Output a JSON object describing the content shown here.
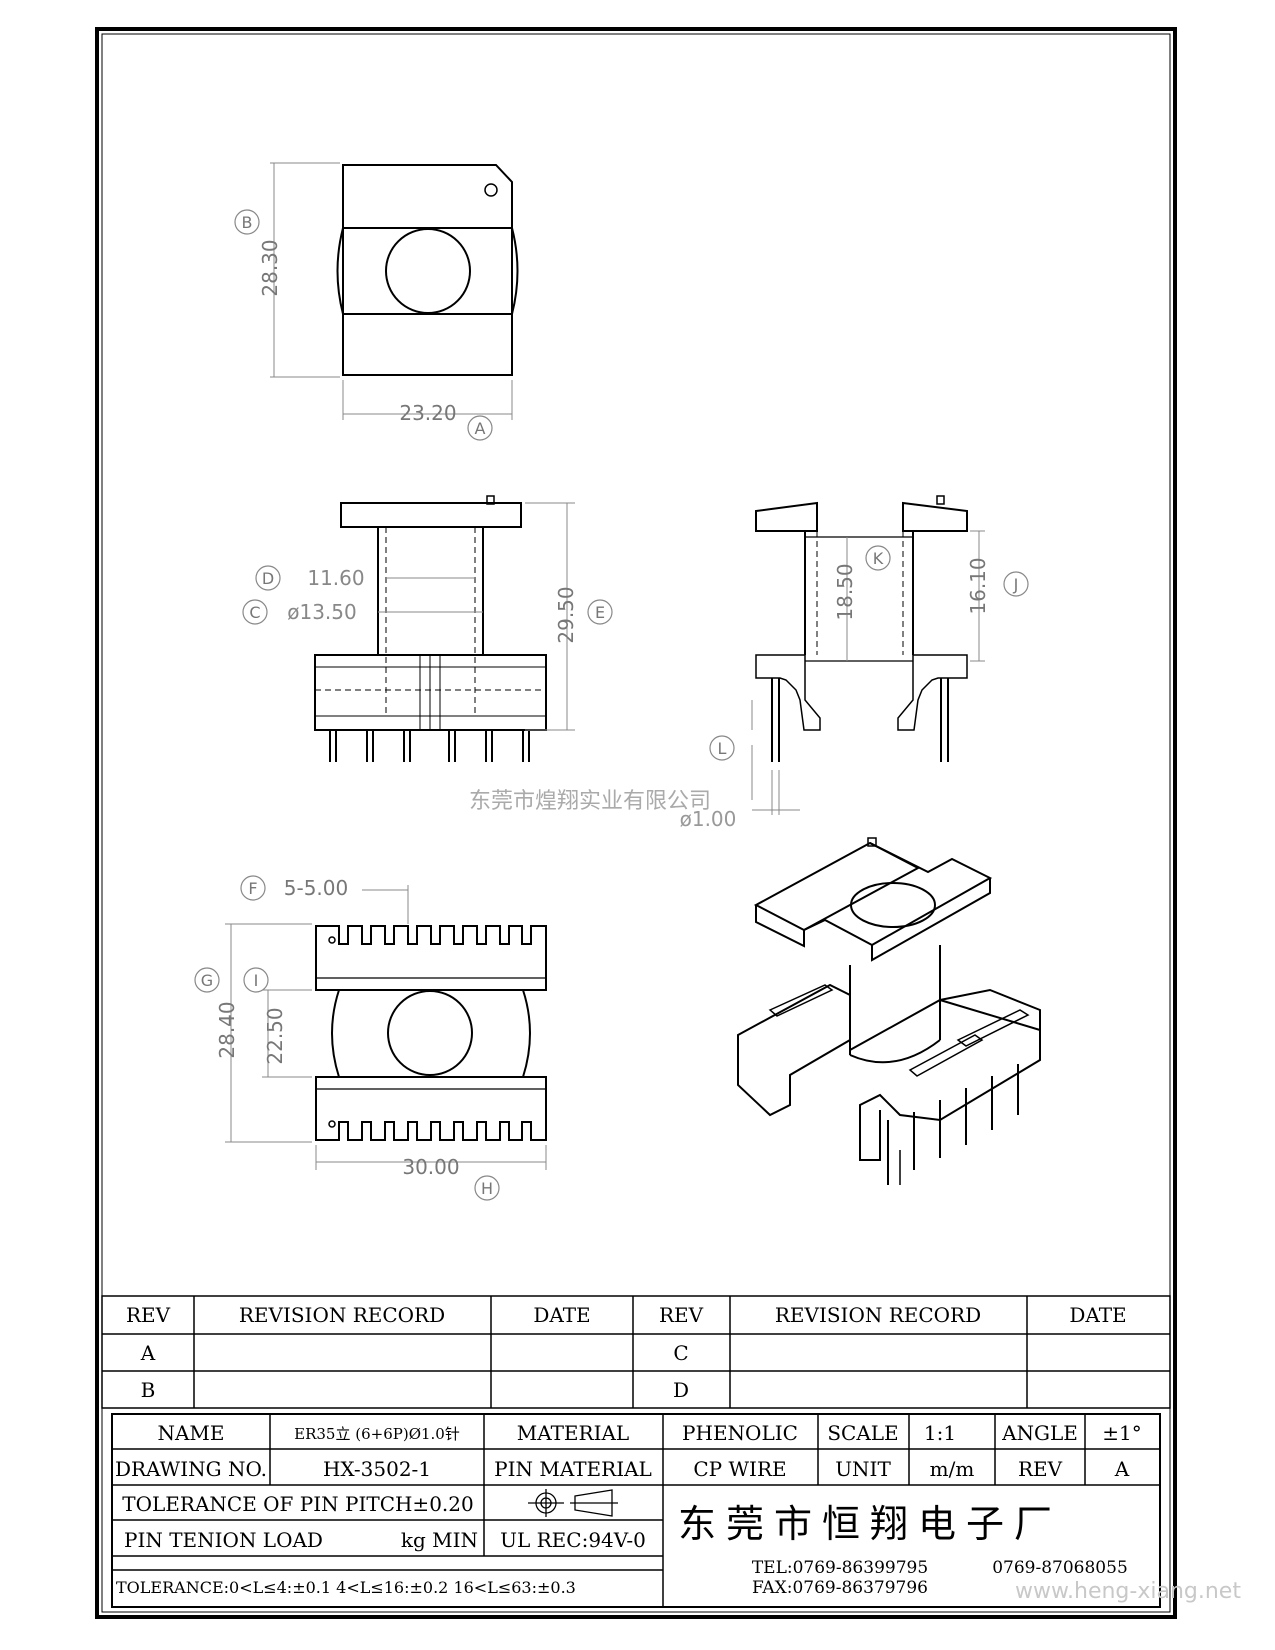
{
  "dimensions": {
    "A": {
      "letter": "A",
      "value": "23.20"
    },
    "B": {
      "letter": "B",
      "value": "28.30"
    },
    "C": {
      "letter": "C",
      "value": "ø13.50"
    },
    "D": {
      "letter": "D",
      "value": "11.60"
    },
    "E": {
      "letter": "E",
      "value": "29.50"
    },
    "F": {
      "letter": "F",
      "value": "5-5.00"
    },
    "G": {
      "letter": "G",
      "value": "28.40"
    },
    "H": {
      "letter": "H",
      "value": "30.00"
    },
    "I": {
      "letter": "I",
      "value": "22.50"
    },
    "J": {
      "letter": "J",
      "value": "16.10"
    },
    "K": {
      "letter": "K",
      "value": "18.50"
    },
    "L": {
      "letter": "L",
      "value": "ø1.00"
    }
  },
  "watermark": {
    "company": "东莞市煌翔实业有限公司",
    "url": "www.heng-xiang.net"
  },
  "revision_table": {
    "headers": [
      "REV",
      "REVISION RECORD",
      "DATE",
      "REV",
      "REVISION RECORD",
      "DATE"
    ],
    "rows": [
      [
        "A",
        "",
        "",
        "C",
        "",
        ""
      ],
      [
        "B",
        "",
        "",
        "D",
        "",
        ""
      ]
    ]
  },
  "title_block": {
    "name_label": "NAME",
    "name_value": "ER35立 (6+6P)Ø1.0针",
    "material_label": "MATERIAL",
    "material_value": "PHENOLIC",
    "scale_label": "SCALE",
    "scale_value": "1:1",
    "angle_label": "ANGLE",
    "angle_value": "±1°",
    "drawing_no_label": "DRAWING NO.",
    "drawing_no_value": "HX-3502-1",
    "pin_material_label": "PIN MATERIAL",
    "pin_material_value": "CP WIRE",
    "unit_label": "UNIT",
    "unit_value": "m/m",
    "rev_label": "REV",
    "rev_value": "A",
    "tolerance_pitch": "TOLERANCE OF PIN PITCH±0.20",
    "pin_tension": "PIN TENION LOAD",
    "pin_tension_unit": "kg MIN",
    "ul_rec": "UL REC:94V-0",
    "tolerance_line": "TOLERANCE:0<L≤4:±0.1  4<L≤16:±0.2  16<L≤63:±0.3",
    "company": "东莞市恒翔电子厂",
    "tel": "TEL:0769-86399795",
    "tel2": "0769-87068055",
    "fax": "FAX:0769-86379796"
  }
}
